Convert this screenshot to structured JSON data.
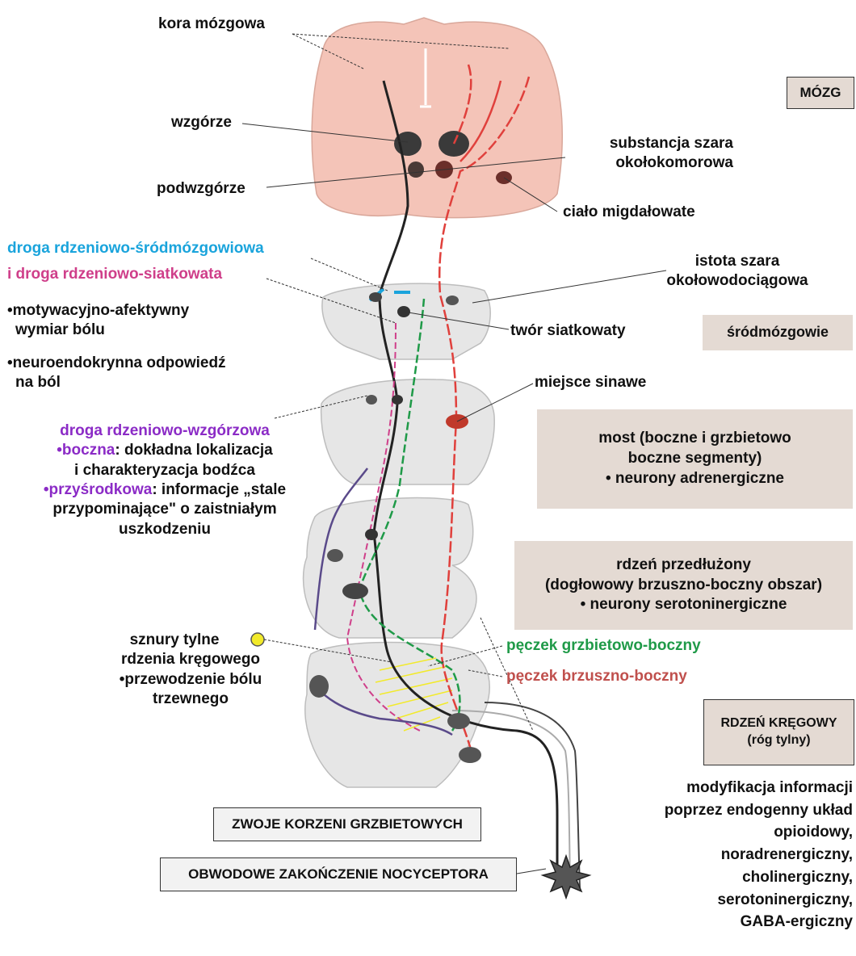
{
  "brain_labels": {
    "cortex": "kora mózgowa",
    "thalamus": "wzgórze",
    "hypothalamus": "podwzgórze",
    "pag_1": "substancja szara",
    "pag_2": "okołokomorowa",
    "amygdala": "ciało migdałowate"
  },
  "tracts": {
    "spinomesencephalic": "droga rdzeniowo-śródmózgowiowa",
    "spinoreticular": "i droga rdzeniowo-siatkowata",
    "motivational_1": "•motywacyjno-afektywny",
    "motivational_2": "wymiar bólu",
    "neuroendocrine_1": "•neuroendokrynna odpowiedź",
    "neuroendocrine_2": "na ból",
    "spinothalamic": "droga rdzeniowo-wzgórzowa",
    "lateral_bullet": "•boczna",
    "lateral_text_1": ": dokładna lokalizacja",
    "lateral_text_2": "i charakteryzacja bodźca",
    "medial_bullet": "•przyśrodkowa",
    "medial_text_1": ": informacje „stale",
    "medial_text_2": "przypominające\" o zaistniałym",
    "medial_text_3": "uszkodzeniu"
  },
  "midbrain_labels": {
    "aqueduct_1": "istota szara",
    "aqueduct_2": "okołowodociągowa",
    "reticular": "twór siatkowaty",
    "locus": "miejsce sinawe"
  },
  "spinal_labels": {
    "dorsal_1": "sznury tylne",
    "dorsal_2": "rdzenia kręgowego",
    "dorsal_3": "•przewodzenie bólu",
    "dorsal_4": "trzewnego",
    "dlf": "pęczek grzbietowo-boczny",
    "vlf": "pęczek  brzuszno-boczny"
  },
  "regions": {
    "brain": "MÓZG",
    "midbrain": "śródmózgowie",
    "pons_1": "most (boczne i grzbietowo",
    "pons_2": "boczne segmenty)",
    "pons_3": "• neurony adrenergiczne",
    "medulla_1": "rdzeń przedłużony",
    "medulla_2": "(dogłowowy brzuszno-boczny obszar)",
    "medulla_3": "• neurony serotoninergiczne",
    "spinal_1": "RDZEŃ KRĘGOWY",
    "spinal_2": "(róg tylny)"
  },
  "modulation": [
    "modyfikacja informacji",
    "poprzez endogenny układ",
    "opioidowy,",
    "noradrenergiczny,",
    "cholinergiczny,",
    "serotoninergiczny,",
    "GABA-ergiczny"
  ],
  "boxes": {
    "ganglia": "ZWOJE KORZENI GRZBIETOWYCH",
    "nociceptor": "OBWODOWE ZAKOŃCZENIE NOCYCEPTORA"
  },
  "colors": {
    "brain": "#f4c4b8",
    "section": "#e6e6e6",
    "ascending": "#222222",
    "descending": "#e0403c",
    "spinoreticular": "#1aa4dc",
    "spinothalamic": "#cf3f8a",
    "medial_pathway": "#8b2bc6",
    "dorsolateral": "#1f9a48",
    "ventrolateral": "#c0504d",
    "dorsal_column": "#f2ea2a",
    "region_box": "#e4dad3"
  },
  "icons": [
    "nociceptor-star-icon",
    "dorsal-column-circle-icon"
  ]
}
